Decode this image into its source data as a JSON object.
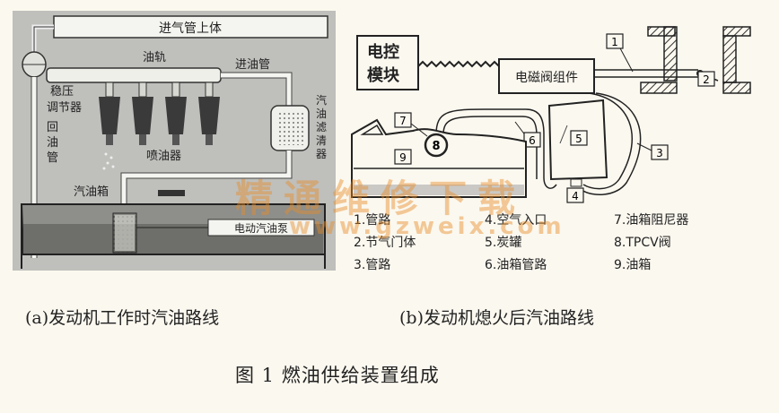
{
  "panel_a": {
    "intake_manifold": "进气管上体",
    "fuel_rail": "油轨",
    "fuel_inlet_pipe": "进油管",
    "pressure_regulator": "稳压调节器",
    "return_pipe": "回油管",
    "fuel_filter": "汽油滤清器",
    "injectors": "喷油器",
    "fuel_tank": "汽油箱",
    "electric_pump": "电动汽油泵",
    "caption": "(a)发动机工作时汽油路线"
  },
  "panel_b": {
    "ecu": "电控模块",
    "solenoid": "电磁阀组件",
    "callouts": [
      "1",
      "2",
      "3",
      "4",
      "5",
      "6",
      "7",
      "8",
      "9"
    ],
    "legend": [
      "1.管路",
      "2.节气门体",
      "3.管路",
      "4.空气入口",
      "5.炭罐",
      "6.油箱管路",
      "7.油箱阻尼器",
      "8.TPCV阀",
      "9.油箱"
    ],
    "caption": "(b)发动机熄火后汽油路线"
  },
  "figure_caption": "图 1   燃油供给装置组成",
  "watermark": {
    "text": "精通维修下载",
    "url": "www.gzweix.com"
  },
  "colors": {
    "panel_a_bg": "#bfbfbc",
    "line": "#2a2a2a",
    "paper": "#fbf8ef",
    "watermark": "#e68c28"
  }
}
